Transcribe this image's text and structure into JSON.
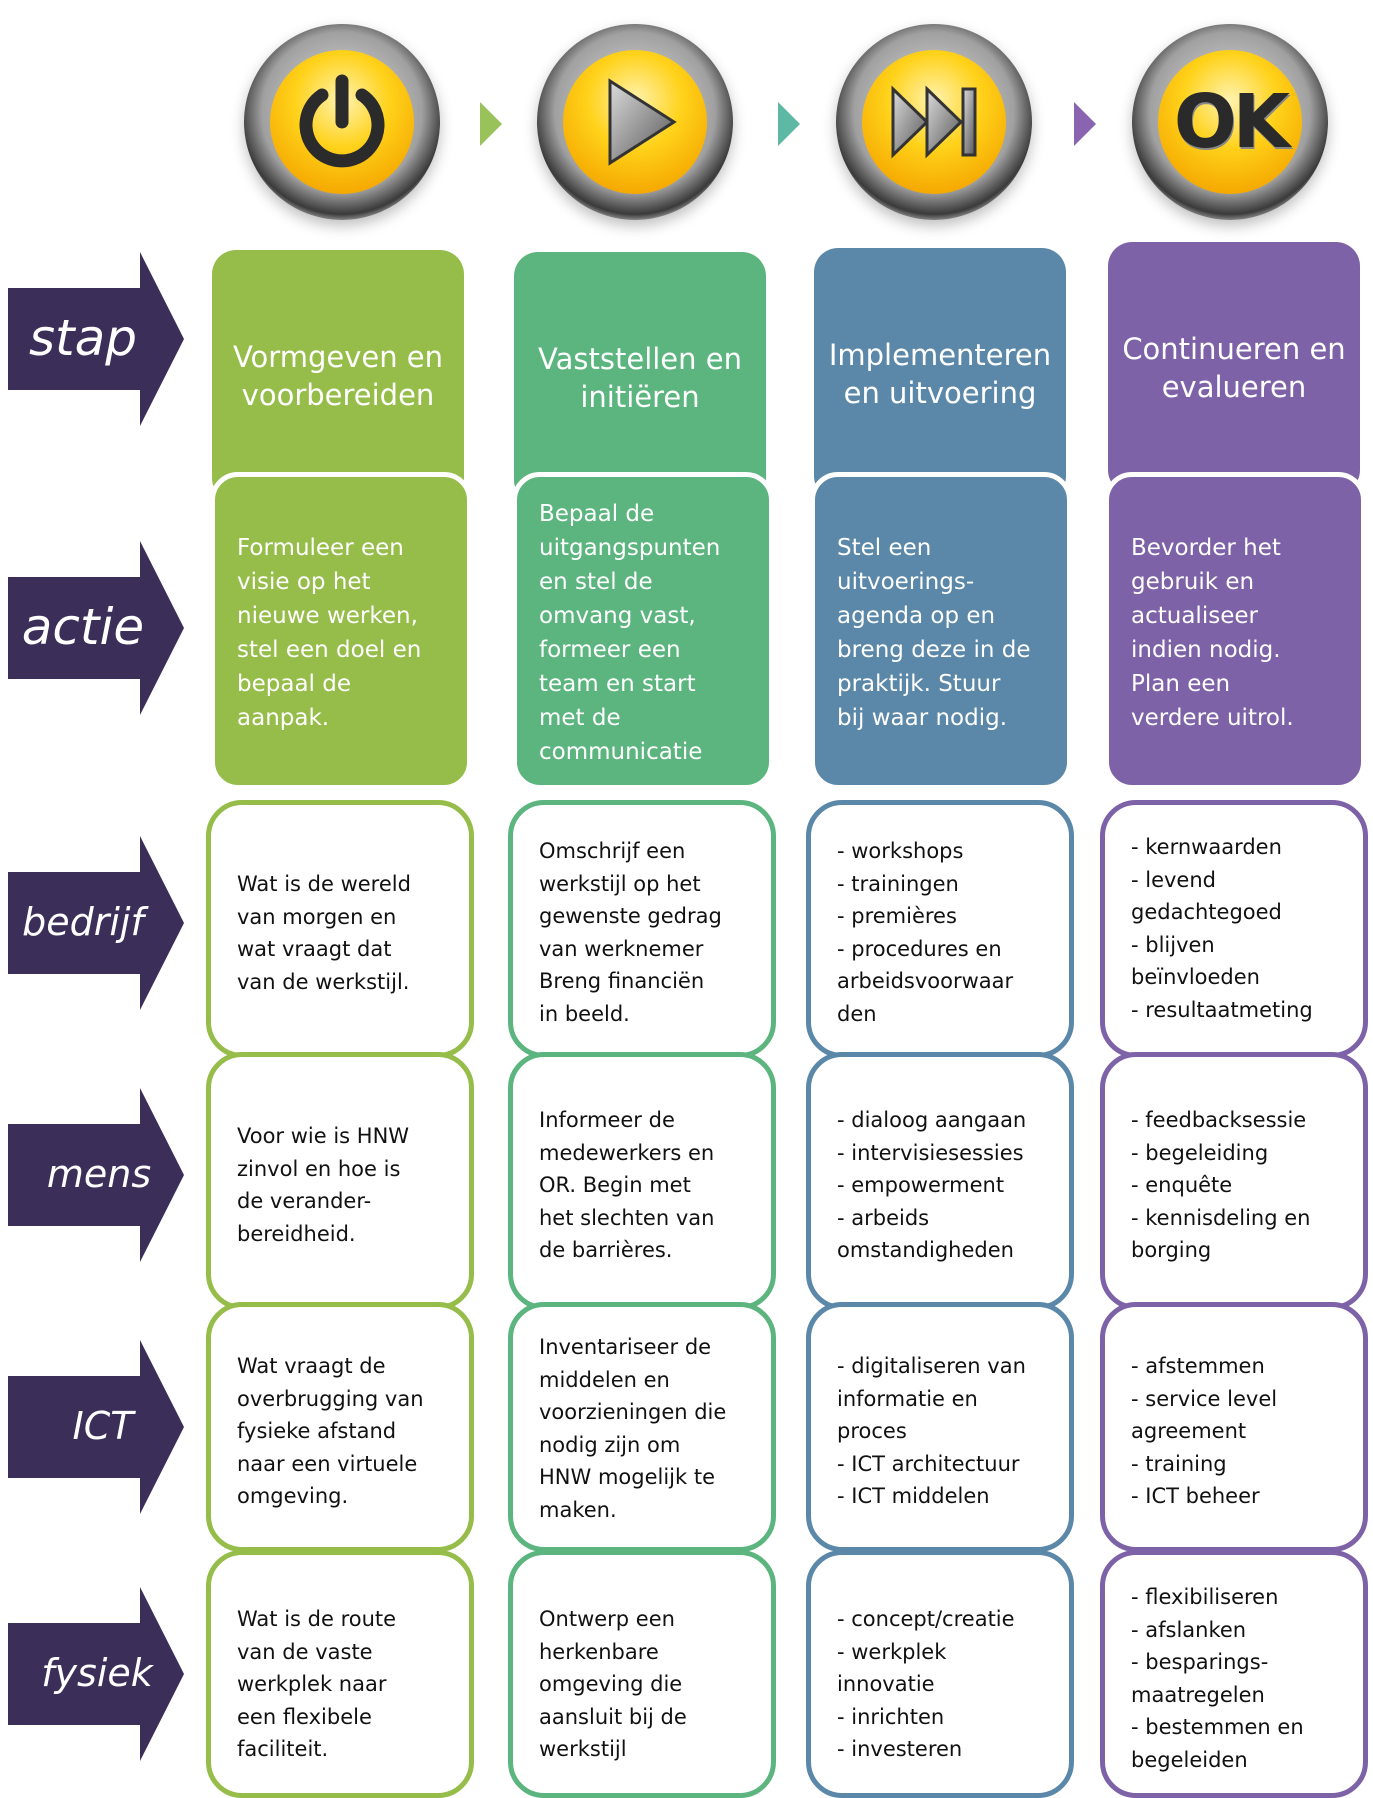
{
  "colors": {
    "green": "#96bd4a",
    "teal": "#5cb57f",
    "blue": "#5b88a8",
    "purple": "#7d62a8",
    "label_bg": "#3b2e58"
  },
  "icons": [
    {
      "name": "power-icon"
    },
    {
      "name": "play-icon"
    },
    {
      "name": "fast-forward-icon"
    },
    {
      "name": "ok-icon",
      "text": "OK"
    }
  ],
  "row_labels": {
    "stap": "stap",
    "actie": "actie",
    "bedrijf": "bedrijf",
    "mens": "mens",
    "ict": "ICT",
    "fysiek": "fysiek"
  },
  "columns": [
    {
      "stap": "Vormgeven en\nvoorbereiden",
      "actie": "Formuleer een\nvisie op het\nnieuwe werken,\nstel een doel en\nbepaal de\naanpak.",
      "bedrijf": "Wat is de wereld\nvan morgen en\nwat vraagt dat\nvan de werkstijl.",
      "mens": "Voor wie is HNW\nzinvol en hoe is\nde verander-\nbereidheid.",
      "ict": "Wat vraagt de\noverbrugging van\nfysieke afstand\nnaar een virtuele\nomgeving.",
      "fysiek": "Wat is de route\nvan de vaste\nwerkplek naar\neen flexibele\nfaciliteit."
    },
    {
      "stap": "Vaststellen en\ninitiëren",
      "actie": "Bepaal de\nuitgangspunten\nen stel de\nomvang vast,\nformeer een\nteam en start\nmet de\ncommunicatie",
      "bedrijf": "Omschrijf een\nwerkstijl op het\ngewenste gedrag\nvan werknemer\nBreng financiën\nin beeld.",
      "mens": " Informeer de\nmedewerkers en\nOR. Begin met\nhet slechten van\nde barrières.",
      "ict": "Inventariseer de\nmiddelen en\nvoorzieningen die\nnodig zijn om\nHNW mogelijk te\nmaken.",
      "fysiek": "Ontwerp een\nherkenbare\nomgeving die\naansluit bij de\nwerkstijl"
    },
    {
      "stap": "Implementeren\nen uitvoering",
      "actie": "Stel een\nuitvoerings-\nagenda op en\nbreng deze in de\npraktijk. Stuur\nbij waar nodig.",
      "bedrijf": "- workshops\n- trainingen\n- premières\n- procedures en\narbeidsvoorwaar\nden",
      "mens": "- dialoog aangaan\n- intervisiesessies\n- empowerment\n- arbeids\nomstandigheden",
      "ict": "- digitaliseren van\ninformatie en\nproces\n- ICT architectuur\n- ICT middelen",
      "fysiek": "- concept/creatie\n- werkplek\ninnovatie\n- inrichten\n- investeren"
    },
    {
      "stap": "Continueren en\nevalueren",
      "actie": "Bevorder het\ngebruik en\nactualiseer\nindien nodig.\nPlan een\nverdere uitrol.",
      "bedrijf": "- kernwaarden\n- levend\ngedachtegoed\n- blijven\nbeïnvloeden\n- resultaatmeting",
      "mens": "- feedbacksessie\n- begeleiding\n- enquête\n- kennisdeling en\nborging",
      "ict": "- afstemmen\n- service level\nagreement\n- training\n- ICT beheer",
      "fysiek": "- flexibiliseren\n- afslanken\n- besparings-\nmaatregelen\n- bestemmen en\nbegeleiden"
    }
  ]
}
